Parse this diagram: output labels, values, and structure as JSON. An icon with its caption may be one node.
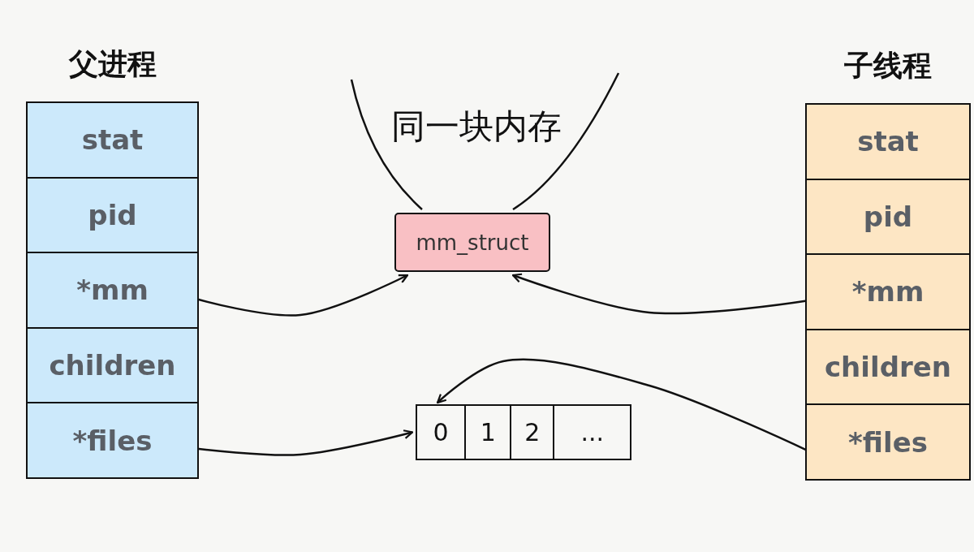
{
  "diagram": {
    "nodes": [
      {
        "text": [
          "父进程"
        ]
      },
      {
        "text": [
          "stat"
        ],
        "in": 0
      },
      {
        "text": [
          "pid"
        ],
        "in": 0
      },
      {
        "text": [
          "*mm"
        ],
        "in": 0
      },
      {
        "text": [
          "children"
        ],
        "in": 0
      },
      {
        "text": [
          "*files"
        ],
        "in": 0
      },
      {
        "text": [
          "子线程"
        ]
      },
      {
        "text": [
          "stat"
        ],
        "in": 6
      },
      {
        "text": [
          "pid"
        ],
        "in": 6
      },
      {
        "text": [
          "*mm"
        ],
        "in": 6
      },
      {
        "text": [
          "children"
        ],
        "in": 6
      },
      {
        "text": [
          "*files"
        ],
        "in": 6
      },
      {
        "text": [
          "mm_struct"
        ]
      },
      {
        "text": [],
        "shape": "box"
      },
      {
        "text": [
          "0"
        ],
        "in": 13
      },
      {
        "text": [
          "1"
        ],
        "in": 13
      },
      {
        "text": [
          "2"
        ],
        "in": 13
      },
      {
        "text": [
          "..."
        ],
        "in": 13
      }
    ],
    "edges": [
      {
        "from": 3,
        "to": 12,
        "arrow": "to"
      },
      {
        "from": 9,
        "to": 12,
        "arrow": "to"
      },
      {
        "from": 5,
        "to": 13,
        "arrow": "to"
      },
      {
        "from": 11,
        "to": 14,
        "arrow": "to"
      }
    ],
    "labels": [
      "同一块内存"
    ]
  }
}
